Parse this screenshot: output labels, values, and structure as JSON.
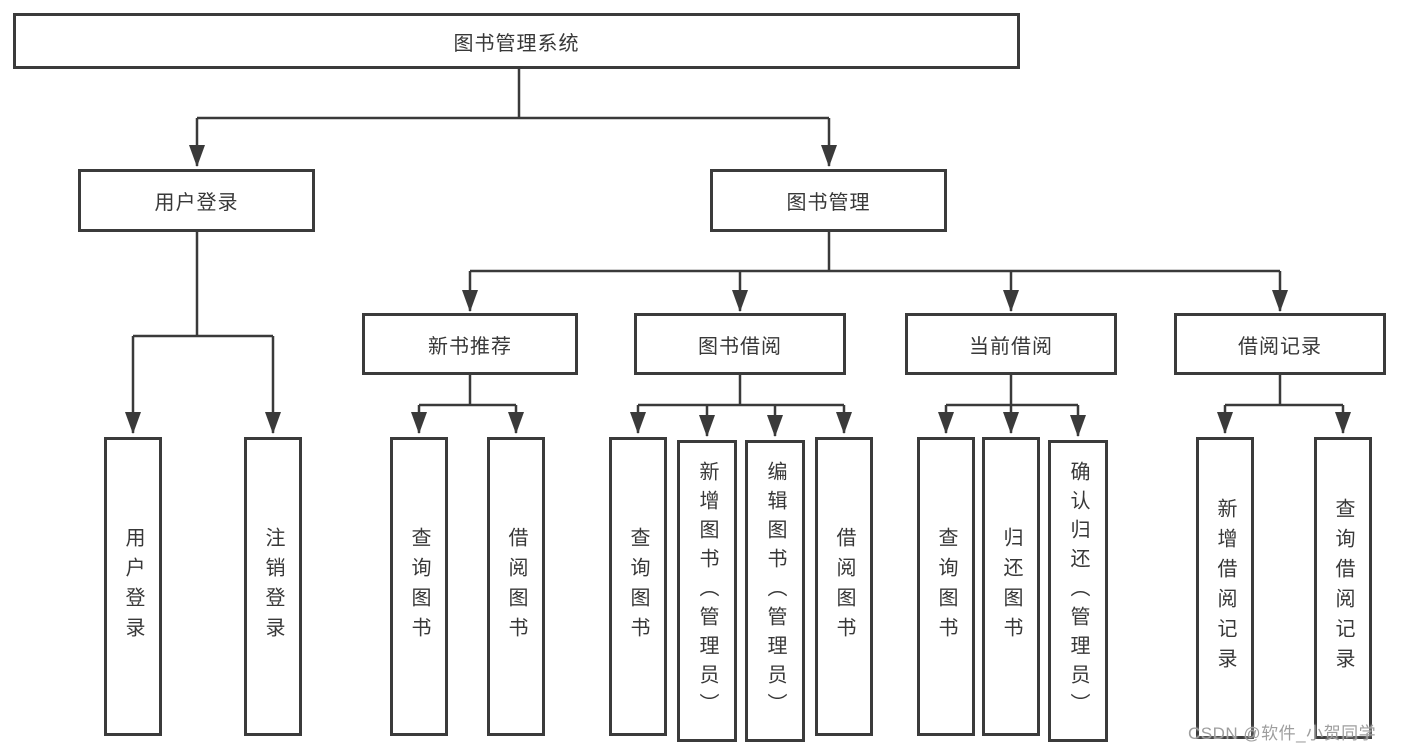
{
  "colors": {
    "line": "#3a3a3a",
    "box_border": "#3b3b3b",
    "box_background": "#ffffff",
    "text": "#383838",
    "watermark_text": "#9e9e9e"
  },
  "watermark": {
    "text": "CSDN @软件_小贺同学"
  },
  "nodes": {
    "root": {
      "label": "图书管理系统"
    },
    "user_login": {
      "label": "用户登录",
      "children": [
        {
          "label": "用户登录"
        },
        {
          "label": "注销登录"
        }
      ]
    },
    "book_mgmt": {
      "label": "图书管理",
      "children": [
        {
          "label": "新书推荐",
          "children": [
            {
              "label": "查询图书"
            },
            {
              "label": "借阅图书"
            }
          ]
        },
        {
          "label": "图书借阅",
          "children": [
            {
              "label": "查询图书"
            },
            {
              "label": "新增图书（管理员）"
            },
            {
              "label": "编辑图书（管理员）"
            },
            {
              "label": "借阅图书"
            }
          ]
        },
        {
          "label": "当前借阅",
          "children": [
            {
              "label": "查询图书"
            },
            {
              "label": "归还图书"
            },
            {
              "label": "确认归还（管理员）"
            }
          ]
        },
        {
          "label": "借阅记录",
          "children": [
            {
              "label": "新增借阅记录"
            },
            {
              "label": "查询借阅记录"
            }
          ]
        }
      ]
    }
  }
}
